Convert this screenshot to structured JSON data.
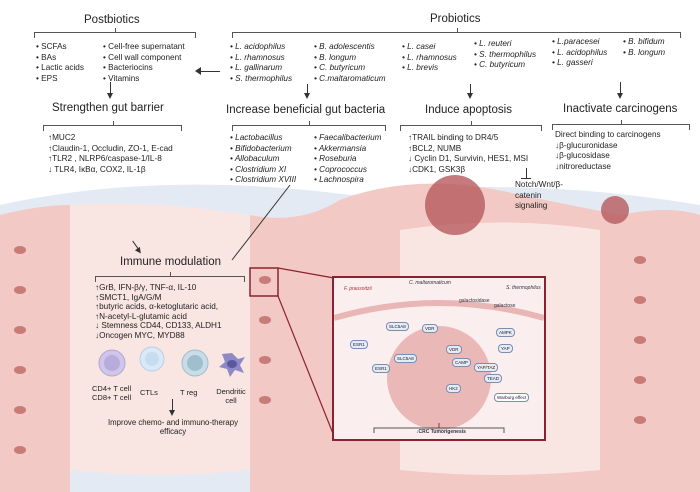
{
  "postbiotics": {
    "title": "Postbiotics",
    "col1": [
      "SCFAs",
      "BAs",
      "Lactic acids",
      "EPS"
    ],
    "col2": [
      "Cell-free supernatant",
      "Cell wall component",
      "Bacteriocins",
      "Vitamins"
    ]
  },
  "probiotics": {
    "title": "Probiotics",
    "groups": [
      [
        "L. acidophilus",
        "L. rhamnosus",
        "L. gallinarum",
        "S. thermophilus"
      ],
      [
        "B. adolescentis",
        "B. longum",
        "C. butyricum",
        "C.maltaromaticum"
      ],
      [
        "L. casei",
        "L. rhamnosus",
        "L. brevis"
      ],
      [
        "L. reuteri",
        "S. thermophilus",
        "C. butyricum"
      ],
      [
        "L.paracesei",
        "L. acidophilus",
        "L. gasseri"
      ],
      [
        "B. bifidum",
        "B. longum"
      ]
    ]
  },
  "barrier": {
    "title": "Strengthen gut barrier",
    "lines": [
      "↑MUC2",
      "↑Claudin-1, Occludin, ZO-1, E-cad",
      "↑TLR2 ,  NLRP6/caspase-1/IL-8",
      "↓ TLR4, IκBα, COX2, IL-1β"
    ]
  },
  "bacteria": {
    "title": "Increase beneficial gut bacteria",
    "col1": [
      "Lactobacillus",
      "Bifidobacterium",
      "Allobaculum",
      "Clostridium XI",
      "Clostridium XVIII"
    ],
    "col2": [
      "Faecalibacterium",
      "Akkermansia",
      "Roseburia",
      "Coprococcus",
      "Lachnospira"
    ]
  },
  "apoptosis": {
    "title": "Induce apoptosis",
    "lines": [
      "↑TRAIL binding to DR4/5",
      "↑BCL2, NUMB",
      "↓ Cyclin D1, Survivin,  HES1, MSI",
      "↓CDK1, GSK3β"
    ],
    "signaling": "Notch/Wnt/β-catenin signaling"
  },
  "carcinogens": {
    "title": "Inactivate carcinogens",
    "lines": [
      "Direct binding to carcinogens",
      "↓β-glucuronidase",
      "↓β-glucosidase",
      "↓nitroreductase"
    ]
  },
  "immune": {
    "title": "Immune modulation",
    "lines": [
      "↑GrB, IFN-β/γ, TNF-α, IL-10",
      "↑SMCT1, IgA/G/M",
      "↑butyric acids, α-ketoglutaric acid,",
      "↑N-acetyl-L-glutamic acid",
      "↓ Stemness CD44, CD133, ALDH1",
      "↓Oncogen MYC, MYD88"
    ],
    "cells": [
      "CD4+ T cell\nCD8+ T cell",
      "CTLs",
      "T reg",
      "Dendritic cell"
    ],
    "outcome": "Improve chemo- and immuno-therapy efficacy"
  },
  "inset": {
    "f_prau": "F. prausnitzii",
    "c_malt": "C. maltaromaticum",
    "s_therm": "S. thermophilus",
    "slc5a8": "SLC5A8",
    "vdr": "VDR",
    "esr1": "ESR1",
    "camp": "CAMP",
    "ampk": "AMPK",
    "yap": "YAP",
    "yaptaz": "YAP/TAZ",
    "tead": "TEAD",
    "hk2": "HK2",
    "warburg": "Warburg effect",
    "galactosidase": "galactosidase",
    "galactose": "galactose",
    "outcome": "↓CRC Tumorigenesis"
  },
  "colors": {
    "tissue": "#f2c9c4",
    "lumen": "#e6edf5",
    "nucleus": "#c97b78",
    "inset_border": "#8b2232"
  }
}
